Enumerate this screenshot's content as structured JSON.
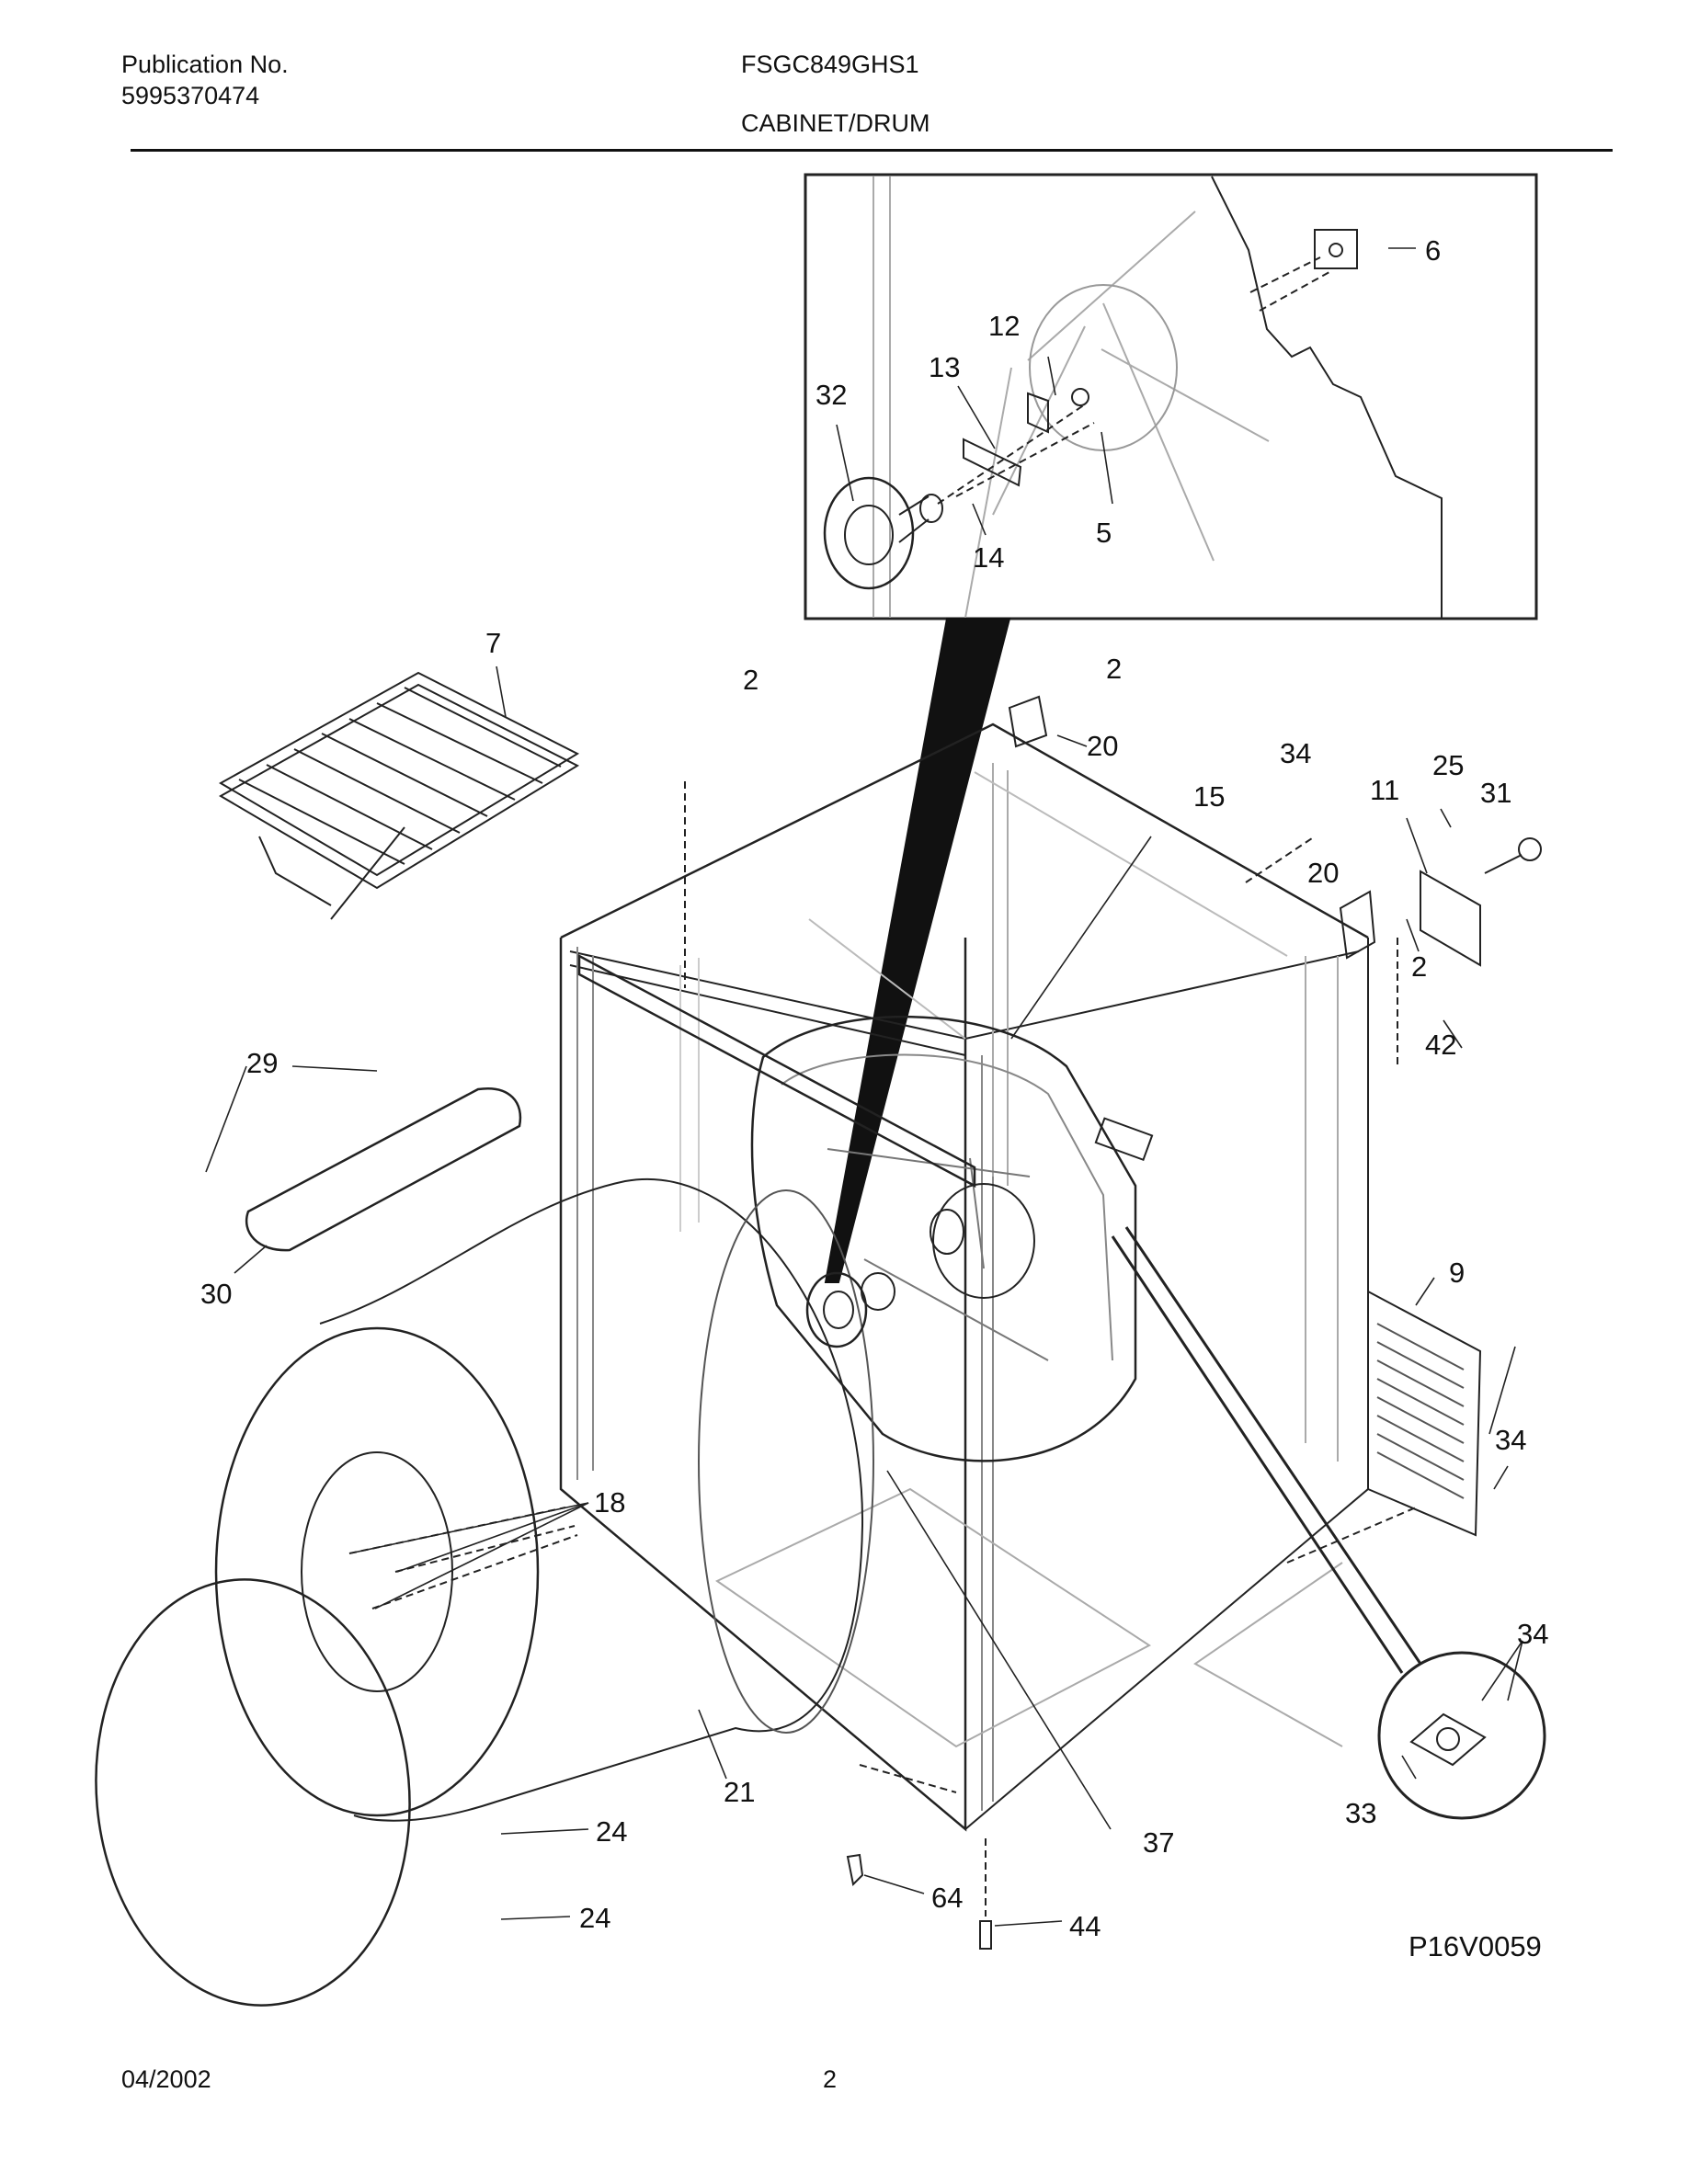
{
  "header": {
    "publication_label": "Publication No.",
    "publication_number": "5995370474",
    "model": "FSGC849GHS1",
    "section_title": "CABINET/DRUM"
  },
  "diagram": {
    "figure_id": "P16V0059",
    "callouts": {
      "c2a": "2",
      "c2b": "2",
      "c2c": "2",
      "c5": "5",
      "c6": "6",
      "c7": "7",
      "c9": "9",
      "c11": "11",
      "c12": "12",
      "c13": "13",
      "c14": "14",
      "c15": "15",
      "c18": "18",
      "c20a": "20",
      "c20b": "20",
      "c21": "21",
      "c24a": "24",
      "c24b": "24",
      "c25": "25",
      "c29": "29",
      "c30": "30",
      "c31": "31",
      "c32": "32",
      "c33": "33",
      "c34a": "34",
      "c34b": "34",
      "c34c": "34",
      "c37": "37",
      "c42": "42",
      "c44": "44",
      "c64": "64"
    }
  },
  "footer": {
    "date": "04/2002",
    "page": "2"
  }
}
